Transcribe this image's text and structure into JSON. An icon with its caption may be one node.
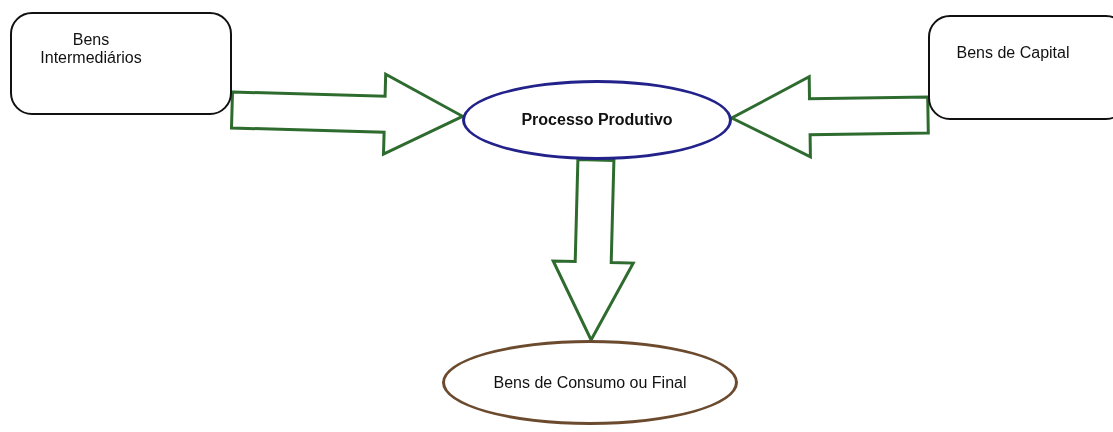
{
  "diagram": {
    "nodes": [
      {
        "text": [
          "Bens Intermediários"
        ]
      },
      {
        "text": [
          "Processo Produtivo"
        ]
      },
      {
        "text": [
          "Bens de Capital"
        ]
      },
      {
        "text": [
          "Bens de Consumo ou Final"
        ]
      }
    ],
    "edges": [
      {
        "from": 0,
        "to": 1,
        "arrow": "to"
      },
      {
        "from": 2,
        "to": 1,
        "arrow": "to"
      },
      {
        "from": 1,
        "to": 3,
        "arrow": "to"
      }
    ]
  }
}
